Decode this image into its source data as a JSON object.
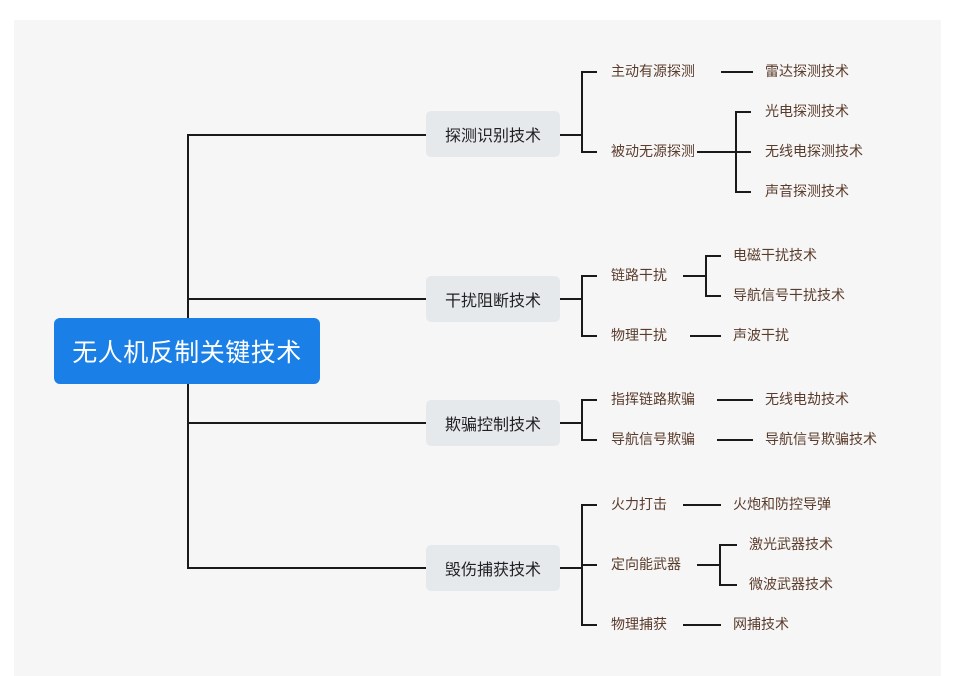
{
  "root": {
    "label": "无人机反制关键技术",
    "color": "#1a7fe6"
  },
  "categories": [
    {
      "label": "探测识别技术",
      "subs": [
        {
          "label": "主动有源探测",
          "leaves": [
            "雷达探测技术"
          ]
        },
        {
          "label": "被动无源探测",
          "leaves": [
            "光电探测技术",
            "无线电探测技术",
            "声音探测技术"
          ]
        }
      ]
    },
    {
      "label": "干扰阻断技术",
      "subs": [
        {
          "label": "链路干扰",
          "leaves": [
            "电磁干扰技术",
            "导航信号干扰技术"
          ]
        },
        {
          "label": "物理干扰",
          "leaves": [
            "声波干扰"
          ]
        }
      ]
    },
    {
      "label": "欺骗控制技术",
      "subs": [
        {
          "label": "指挥链路欺骗",
          "leaves": [
            "无线电劫技术"
          ]
        },
        {
          "label": "导航信号欺骗",
          "leaves": [
            "导航信号欺骗技术"
          ]
        }
      ]
    },
    {
      "label": "毁伤捕获技术",
      "subs": [
        {
          "label": "火力打击",
          "leaves": [
            "火炮和防控导弹"
          ]
        },
        {
          "label": "定向能武器",
          "leaves": [
            "激光武器技术",
            "微波武器技术"
          ]
        },
        {
          "label": "物理捕获",
          "leaves": [
            "网捕技术"
          ]
        }
      ]
    }
  ]
}
